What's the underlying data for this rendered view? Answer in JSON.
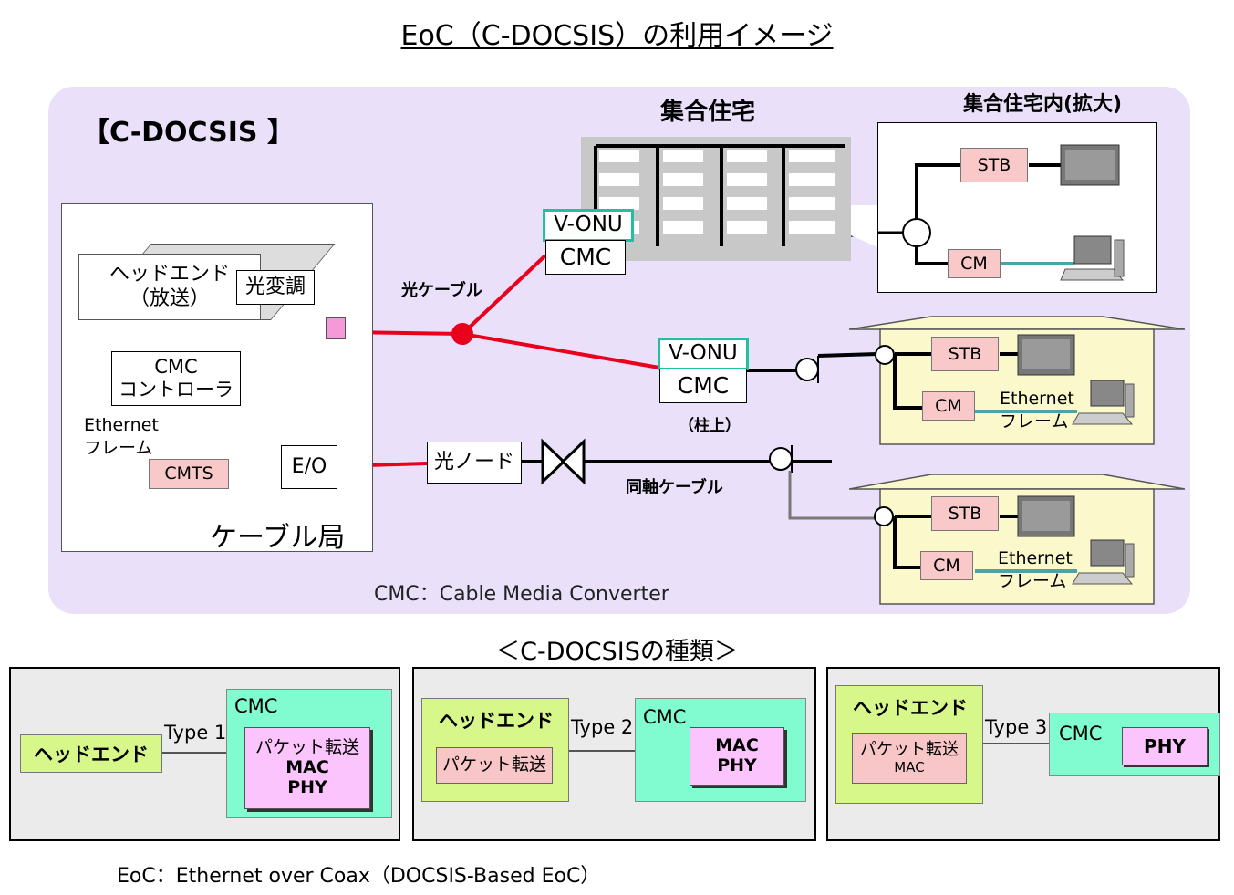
{
  "title": "EoC（C-DOCSIS）の利用イメージ",
  "panel": {
    "label": "【C-DOCSIS 】",
    "footnote": "CMC：Cable Media Converter"
  },
  "station": {
    "label": "ケーブル局",
    "headend_line1": "ヘッドエンド",
    "headend_line2": "（放送）",
    "modulator": "光変調",
    "cmc_ctrl_line1": "CMC",
    "cmc_ctrl_line2": "コントローラ",
    "ethernet_line1": "Ethernet",
    "ethernet_line2": "フレーム",
    "cmts": "CMTS",
    "eo": "E/O"
  },
  "network": {
    "fiber_cable": "光ケーブル",
    "optical_node": "光ノード",
    "coax_cable": "同軸ケーブル",
    "vonu": "V-ONU",
    "cmc": "CMC",
    "pole": "（柱上）"
  },
  "apartment": {
    "label": "集合住宅",
    "zoom_label": "集合住宅内(拡大)",
    "stb": "STB",
    "cm": "CM"
  },
  "houses": [
    {
      "stb": "STB",
      "cm": "CM",
      "eth1": "Ethernet",
      "eth2": "フレーム"
    },
    {
      "stb": "STB",
      "cm": "CM",
      "eth1": "Ethernet",
      "eth2": "フレーム"
    }
  ],
  "types_title": "＜C-DOCSISの種類＞",
  "types": [
    {
      "type": "Type 1",
      "headend": "ヘッドエンド",
      "cmc": "CMC",
      "inner1": "パケット転送",
      "inner2": "MAC",
      "inner3": "PHY"
    },
    {
      "type": "Type 2",
      "headend": "ヘッドエンド",
      "he_inner": "パケット転送",
      "cmc": "CMC",
      "inner1": "MAC",
      "inner2": "PHY"
    },
    {
      "type": "Type 3",
      "headend": "ヘッドエンド",
      "he_inner1": "パケット転送",
      "he_inner2": "MAC",
      "cmc": "CMC",
      "inner1": "PHY"
    }
  ],
  "footer": "EoC：Ethernet over Coax（DOCSIS-Based EoC）",
  "colors": {
    "panel_bg": "#eae0fa",
    "fiber": "#e8001c",
    "teal": "#20c0a0",
    "cmts_pink": "#f9c8c8",
    "house_yellow": "#fbf9cc"
  }
}
